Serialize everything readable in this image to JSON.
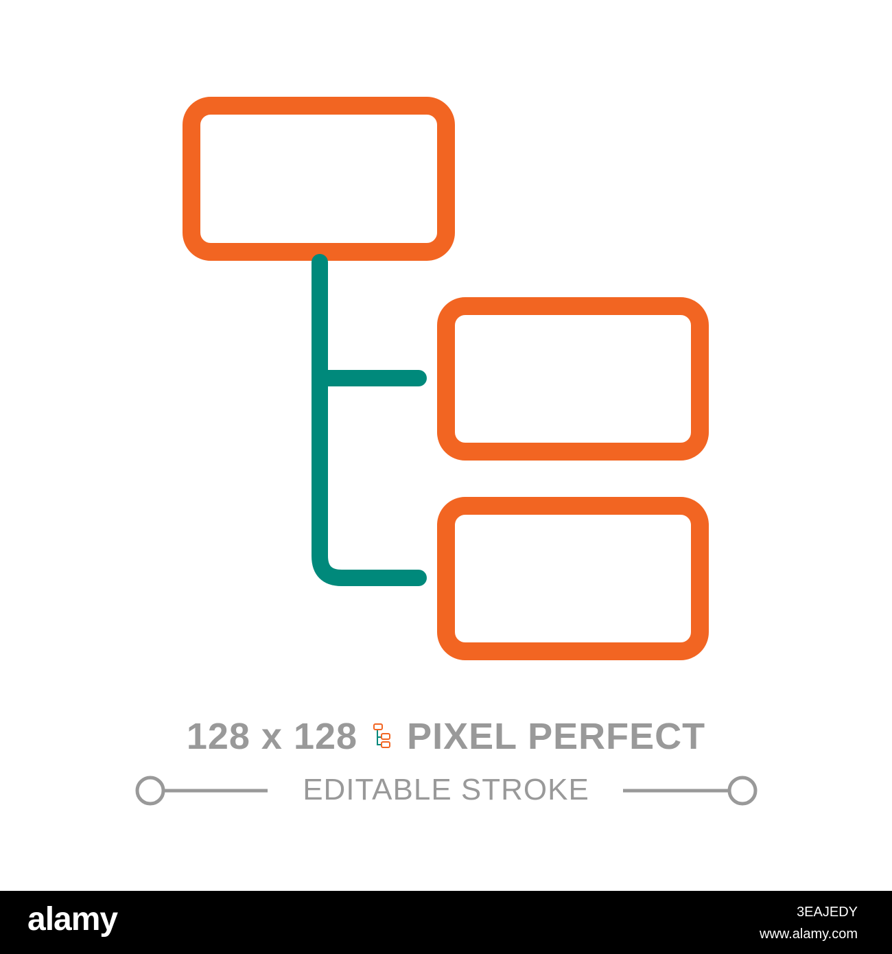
{
  "caption": {
    "size_text": "128 x 128",
    "pixel_text": "PIXEL PERFECT",
    "stroke_text": "EDITABLE STROKE"
  },
  "footer": {
    "brand": "alamy",
    "image_id": "3EAJEDY",
    "url": "www.alamy.com"
  },
  "colors": {
    "box_stroke": "#F26522",
    "connector": "#00897B",
    "caption_gray": "#999999",
    "footer_bg": "#000000"
  },
  "icon": "hierarchy-tree-icon"
}
